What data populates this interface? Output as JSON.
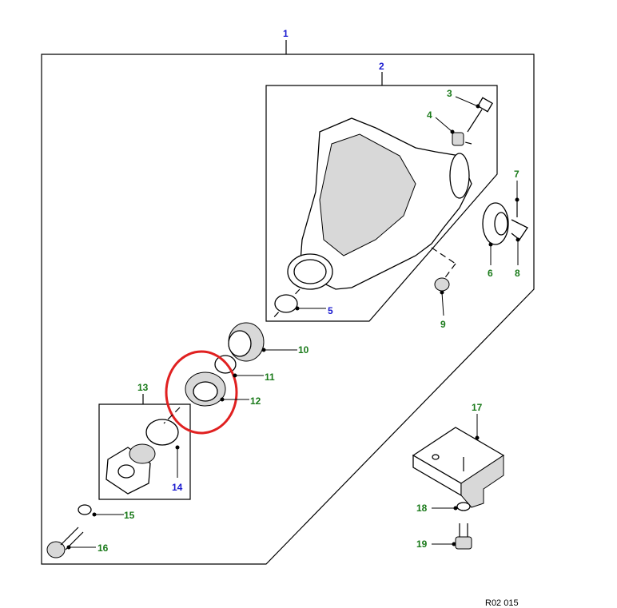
{
  "diagram": {
    "reference": "R02 015",
    "highlight_color": "#e02020",
    "label_colors": {
      "primary": "#1a1ad0",
      "secondary": "#1a7a1a"
    },
    "callouts": {
      "c1": "1",
      "c2": "2",
      "c3": "3",
      "c4": "4",
      "c5": "5",
      "c6": "6",
      "c7": "7",
      "c8": "8",
      "c9": "9",
      "c10": "10",
      "c11": "11",
      "c12": "12",
      "c13": "13",
      "c14": "14",
      "c15": "15",
      "c16": "16",
      "c17": "17",
      "c18": "18",
      "c19": "19"
    }
  }
}
